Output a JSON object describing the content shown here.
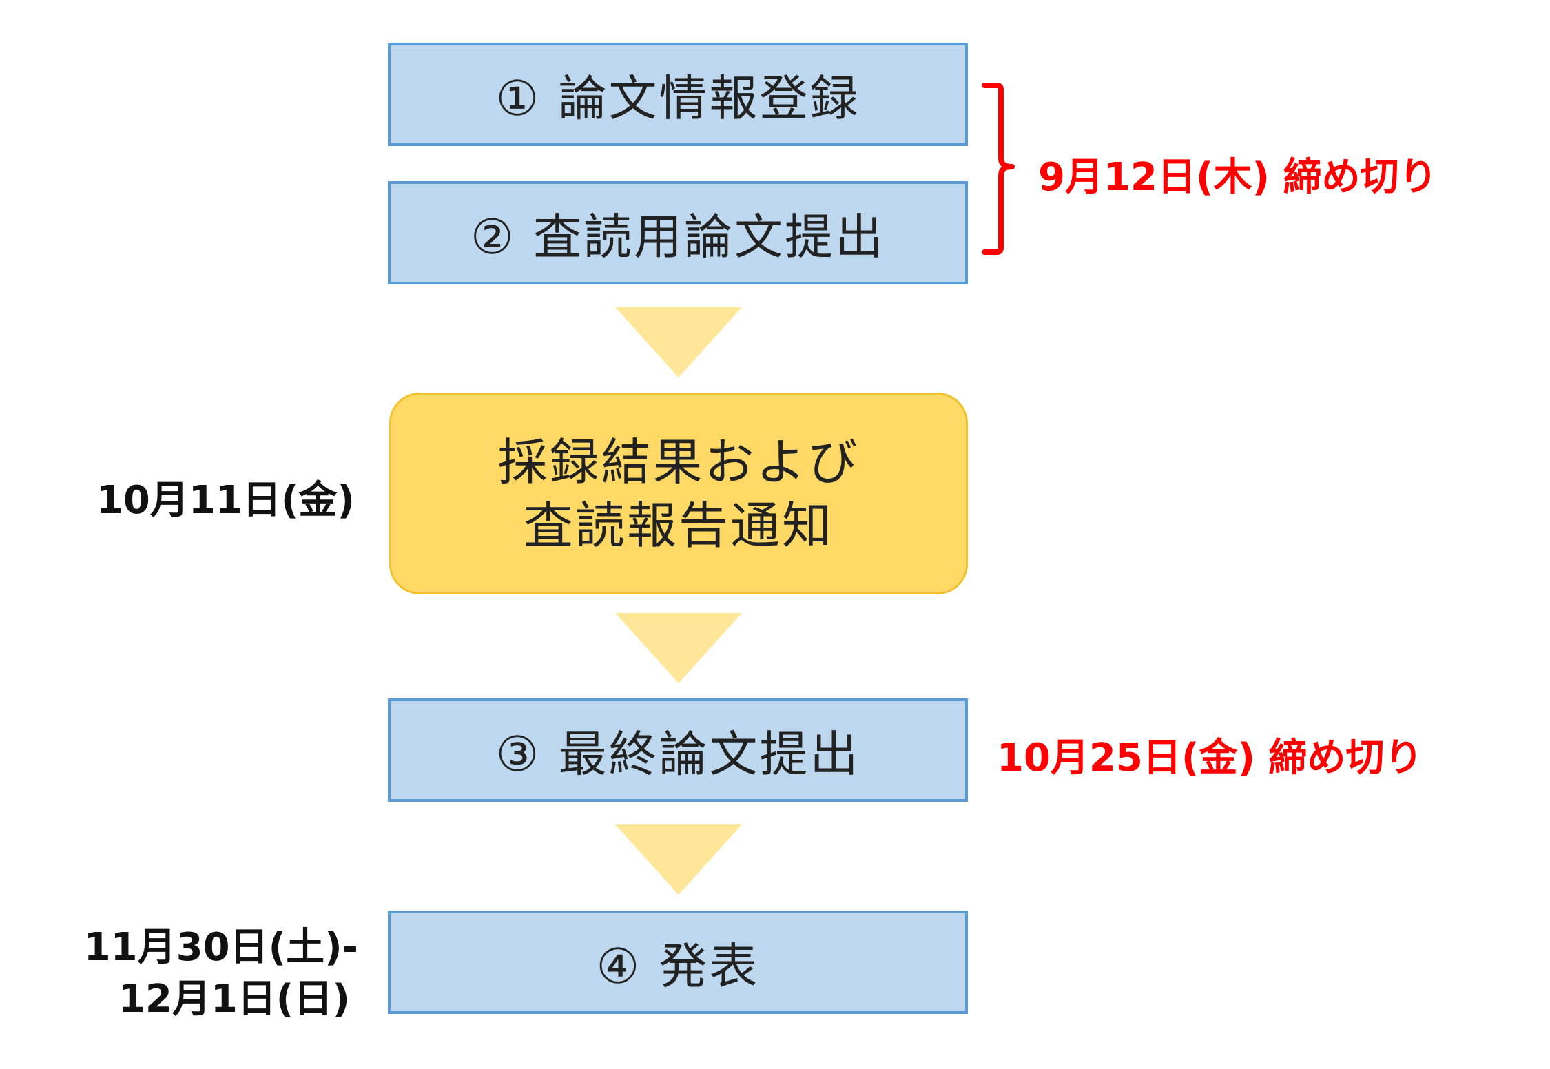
{
  "steps": [
    {
      "label": "① 論文情報登録"
    },
    {
      "label": "② 査読用論文提出"
    },
    {
      "label": "③ 最終論文提出"
    },
    {
      "label": "④ 発表"
    }
  ],
  "notice": {
    "line1": "採録結果および",
    "line2": "査読報告通知"
  },
  "deadlines": {
    "first": "9月12日(木) 締め切り",
    "final": "10月25日(金) 締め切り"
  },
  "dates": {
    "notice": "10月11日(金)",
    "presentation_line1": "11月30日(土)-",
    "presentation_line2": "12月1日(日)"
  },
  "colors": {
    "step_fill": "#bdd7ee",
    "step_border": "#5b9bd5",
    "notice_fill": "#ffd966",
    "arrow_fill": "#ffe699",
    "deadline_text": "#ff0000"
  }
}
